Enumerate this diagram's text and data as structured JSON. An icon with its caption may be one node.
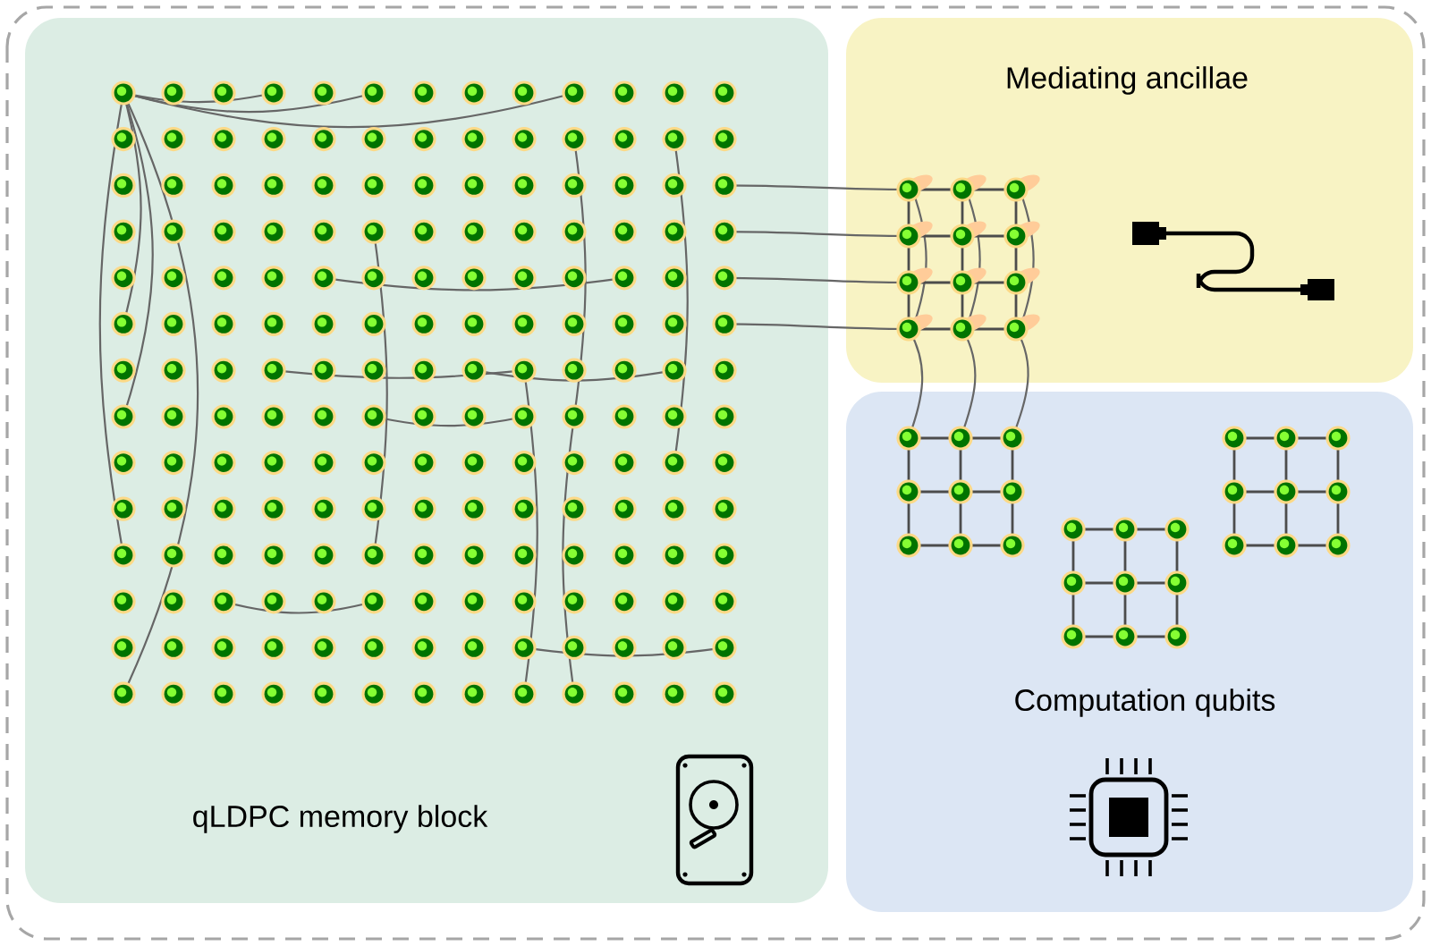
{
  "diagram": {
    "nodes": [
      {
        "text": [
          "qLDPC memory block"
        ]
      },
      {
        "text": [
          "Mediating ancillae"
        ]
      },
      {
        "text": [
          "Computation qubits"
        ]
      }
    ]
  }
}
